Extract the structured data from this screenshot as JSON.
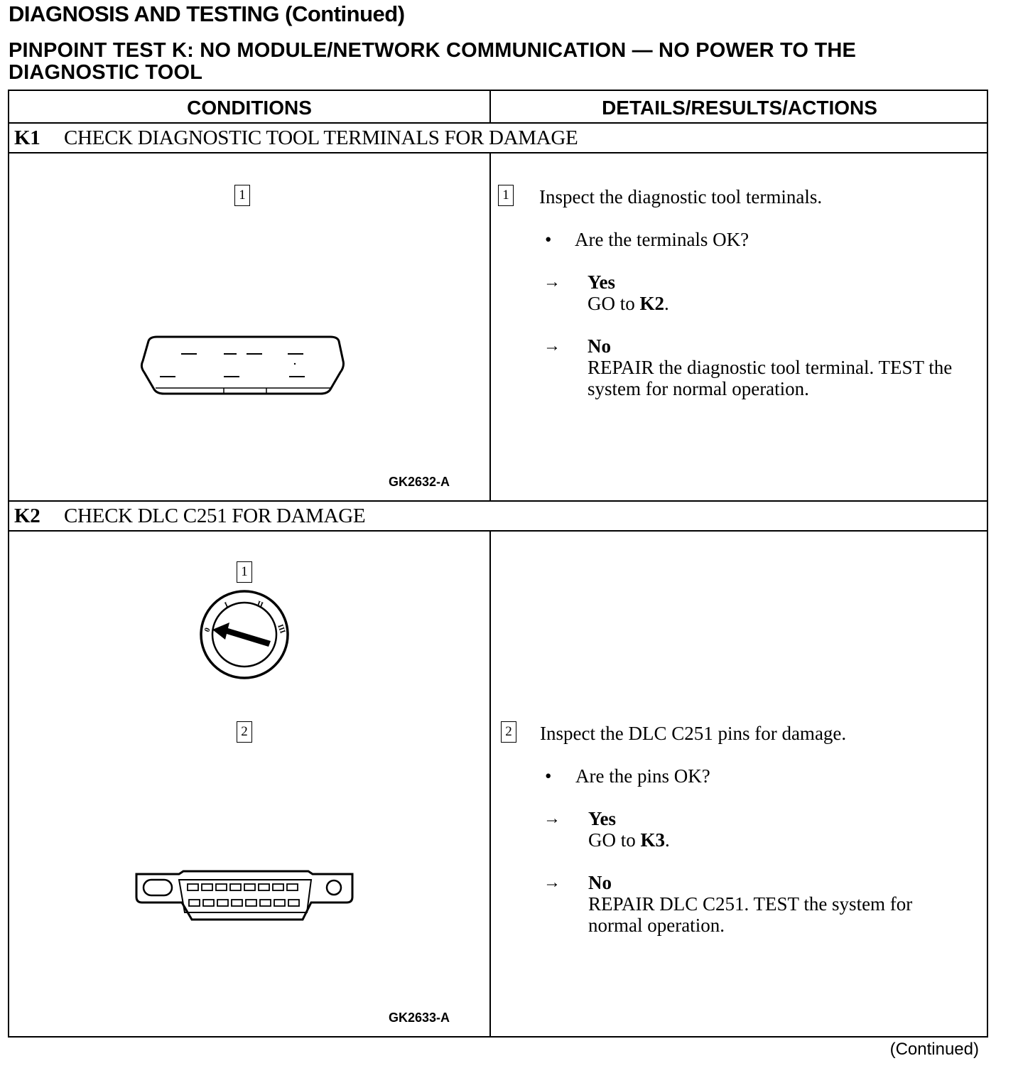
{
  "page": {
    "heading": "DIAGNOSIS AND TESTING (Continued)",
    "test_title": "PINPOINT TEST K: NO MODULE/NETWORK COMMUNICATION — NO POWER TO THE DIAGNOSTIC TOOL",
    "footer": "(Continued)"
  },
  "table": {
    "col_conditions": "CONDITIONS",
    "col_details": "DETAILS/RESULTS/ACTIONS"
  },
  "steps": [
    {
      "id": "K1",
      "title": "CHECK DIAGNOSTIC TOOL TERMINALS FOR DAMAGE",
      "figure_code": "GK2632-A",
      "figure_step": "1",
      "action_step": "1",
      "action": "Inspect the diagnostic tool terminals.",
      "question": "Are the terminals OK?",
      "yes_label": "Yes",
      "yes_prefix": "GO to",
      "yes_target": "K2",
      "yes_suffix": ".",
      "no_label": "No",
      "no_text": "REPAIR the diagnostic tool terminal. TEST the system for normal operation."
    },
    {
      "id": "K2",
      "title": "CHECK DLC C251 FOR DAMAGE",
      "figure_code": "GK2633-A",
      "figure_step_1": "1",
      "figure_step_2": "2",
      "action_step": "2",
      "action": "Inspect the DLC C251 pins for damage.",
      "question": "Are the pins OK?",
      "yes_label": "Yes",
      "yes_prefix": "GO to",
      "yes_target": "K3",
      "yes_suffix": ".",
      "no_label": "No",
      "no_text": "REPAIR DLC C251. TEST the system for normal operation."
    }
  ],
  "icons": {
    "bullet": "•",
    "arrow": "→",
    "connector_figure": "diagnostic-tool-connector-icon",
    "ignition_figure": "ignition-switch-icon",
    "dlc_figure": "dlc-connector-icon"
  }
}
